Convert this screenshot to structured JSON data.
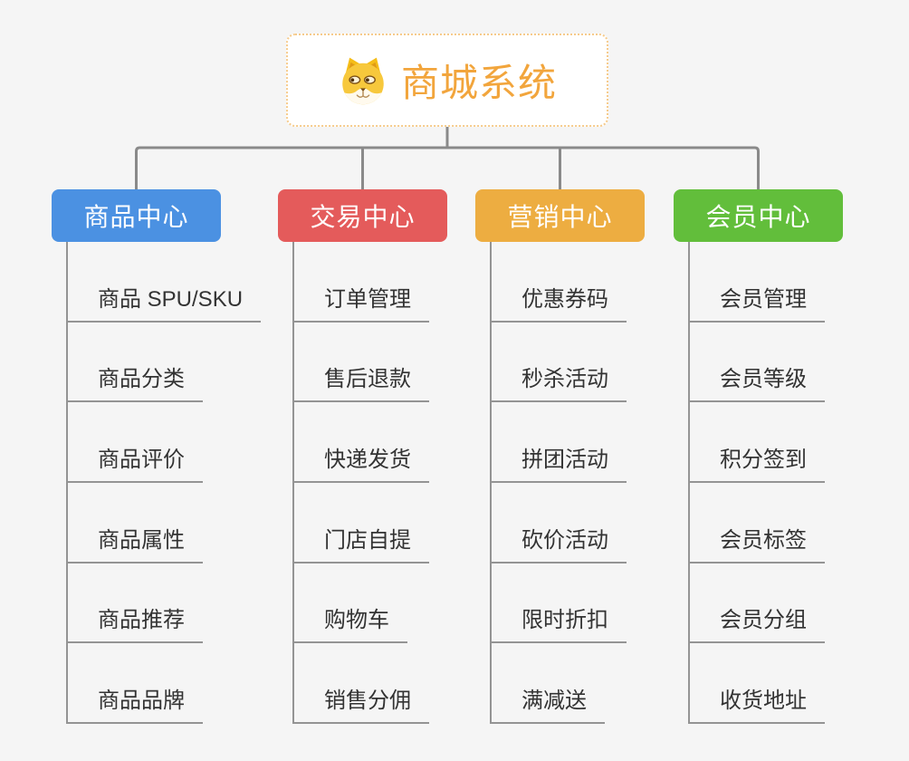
{
  "root": {
    "title": "商城系统",
    "icon": "doge-icon"
  },
  "branches": [
    {
      "label": "商品中心",
      "color": "#4b91e2",
      "children": [
        "商品 SPU/SKU",
        "商品分类",
        "商品评价",
        "商品属性",
        "商品推荐",
        "商品品牌"
      ]
    },
    {
      "label": "交易中心",
      "color": "#e45b5b",
      "children": [
        "订单管理",
        "售后退款",
        "快递发货",
        "门店自提",
        "购物车",
        "销售分佣"
      ]
    },
    {
      "label": "营销中心",
      "color": "#edad41",
      "children": [
        "优惠券码",
        "秒杀活动",
        "拼团活动",
        "砍价活动",
        "限时折扣",
        "满减送"
      ]
    },
    {
      "label": "会员中心",
      "color": "#62be3b",
      "children": [
        "会员管理",
        "会员等级",
        "积分签到",
        "会员标签",
        "会员分组",
        "收货地址"
      ]
    }
  ],
  "colors": {
    "background": "#f5f5f5",
    "connector_line": "#8a8a8a",
    "child_line": "#949494",
    "root_accent": "#f2a53c",
    "root_border": "#f6cb8c",
    "child_text": "#333333"
  }
}
